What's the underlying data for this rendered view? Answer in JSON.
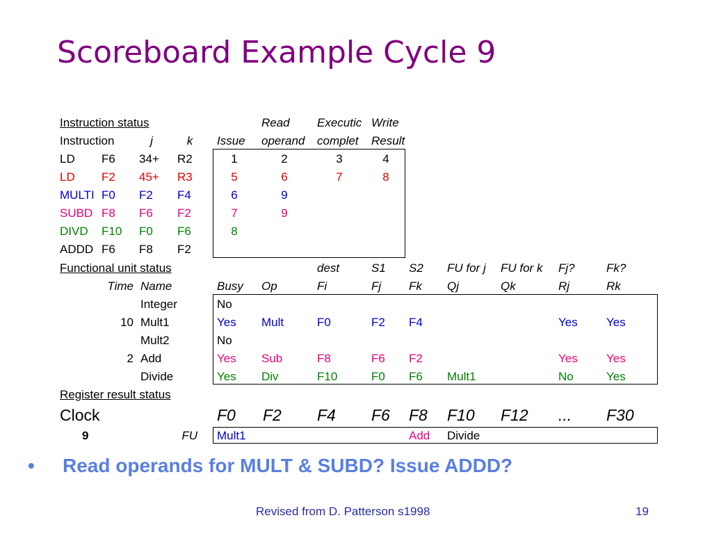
{
  "title": "Scoreboard Example Cycle 9",
  "colors": {
    "black": "#000000",
    "red": "#e00000",
    "blue": "#0000cc",
    "magenta": "#e8007a",
    "green": "#008000"
  },
  "instr_status": {
    "label": "Instruction status",
    "hdr1": {
      "read": "Read",
      "exec": "Executic",
      "write": "Write"
    },
    "hdr2": {
      "instruction": "Instruction",
      "j": "j",
      "k": "k",
      "issue": "Issue",
      "read": "operand",
      "exec": "complet",
      "write": "Result"
    },
    "rows": [
      {
        "op": "LD",
        "d": "F6",
        "j": "34+",
        "k": "R2",
        "issue": "1",
        "read": "2",
        "exec": "3",
        "write": "4",
        "color": "#000000"
      },
      {
        "op": "LD",
        "d": "F2",
        "j": "45+",
        "k": "R3",
        "issue": "5",
        "read": "6",
        "exec": "7",
        "write": "8",
        "color": "#e00000"
      },
      {
        "op": "MULTI",
        "d": "F0",
        "j": "F2",
        "k": "F4",
        "issue": "6",
        "read": "9",
        "exec": "",
        "write": "",
        "color": "#0000cc"
      },
      {
        "op": "SUBD",
        "d": "F8",
        "j": "F6",
        "k": "F2",
        "issue": "7",
        "read": "9",
        "exec": "",
        "write": "",
        "color": "#e8007a"
      },
      {
        "op": "DIVD",
        "d": "F10",
        "j": "F0",
        "k": "F6",
        "issue": "8",
        "read": "",
        "exec": "",
        "write": "",
        "color": "#008000"
      },
      {
        "op": "ADDD",
        "d": "F6",
        "j": "F8",
        "k": "F2",
        "issue": "",
        "read": "",
        "exec": "",
        "write": "",
        "color": "#000000"
      }
    ]
  },
  "fu_status": {
    "label": "Functional unit status",
    "hdr1": {
      "dest": "dest",
      "s1": "S1",
      "s2": "S2",
      "fuj": "FU for j",
      "fuk": "FU for k",
      "fj": "Fj?",
      "fk": "Fk?"
    },
    "hdr2": {
      "time": "Time",
      "name": "Name",
      "busy": "Busy",
      "op": "Op",
      "fi": "Fi",
      "fj": "Fj",
      "fk": "Fk",
      "qj": "Qj",
      "qk": "Qk",
      "rj": "Rj",
      "rk": "Rk"
    },
    "rows": [
      {
        "time": "",
        "name": "Integer",
        "busy": "No",
        "op": "",
        "fi": "",
        "fj": "",
        "fk": "",
        "qj": "",
        "qk": "",
        "rj": "",
        "rk": "",
        "color": "#000000"
      },
      {
        "time": "10",
        "name": "Mult1",
        "busy": "Yes",
        "op": "Mult",
        "fi": "F0",
        "fj": "F2",
        "fk": "F4",
        "qj": "",
        "qk": "",
        "rj": "Yes",
        "rk": "Yes",
        "color": "#0000cc"
      },
      {
        "time": "",
        "name": "Mult2",
        "busy": "No",
        "op": "",
        "fi": "",
        "fj": "",
        "fk": "",
        "qj": "",
        "qk": "",
        "rj": "",
        "rk": "",
        "color": "#000000"
      },
      {
        "time": "2",
        "name": "Add",
        "busy": "Yes",
        "op": "Sub",
        "fi": "F8",
        "fj": "F6",
        "fk": "F2",
        "qj": "",
        "qk": "",
        "rj": "Yes",
        "rk": "Yes",
        "color": "#e8007a"
      },
      {
        "time": "",
        "name": "Divide",
        "busy": "Yes",
        "op": "Div",
        "fi": "F10",
        "fj": "F0",
        "fk": "F6",
        "qj": "Mult1",
        "qk": "",
        "rj": "No",
        "rk": "Yes",
        "color": "#008000"
      }
    ]
  },
  "reg_status": {
    "label": "Register result status",
    "clock_label": "Clock",
    "clock_value": "9",
    "fu_label": "FU",
    "regs": [
      "F0",
      "F2",
      "F4",
      "F6",
      "F8",
      "F10",
      "F12",
      "...",
      "F30"
    ],
    "fus": [
      {
        "text": "Mult1",
        "color": "#0000cc"
      },
      {
        "text": "",
        "color": "#000000"
      },
      {
        "text": "",
        "color": "#000000"
      },
      {
        "text": "",
        "color": "#000000"
      },
      {
        "text": "Add",
        "color": "#e8007a"
      },
      {
        "text": "Divide",
        "color": "#000000"
      },
      {
        "text": "",
        "color": "#000000"
      },
      {
        "text": "",
        "color": "#000000"
      },
      {
        "text": "",
        "color": "#000000"
      }
    ]
  },
  "bullet": "Read operands for MULT & SUBD? Issue ADDD?",
  "footer": {
    "credit": "Revised from D. Patterson s1998",
    "page": "19"
  }
}
